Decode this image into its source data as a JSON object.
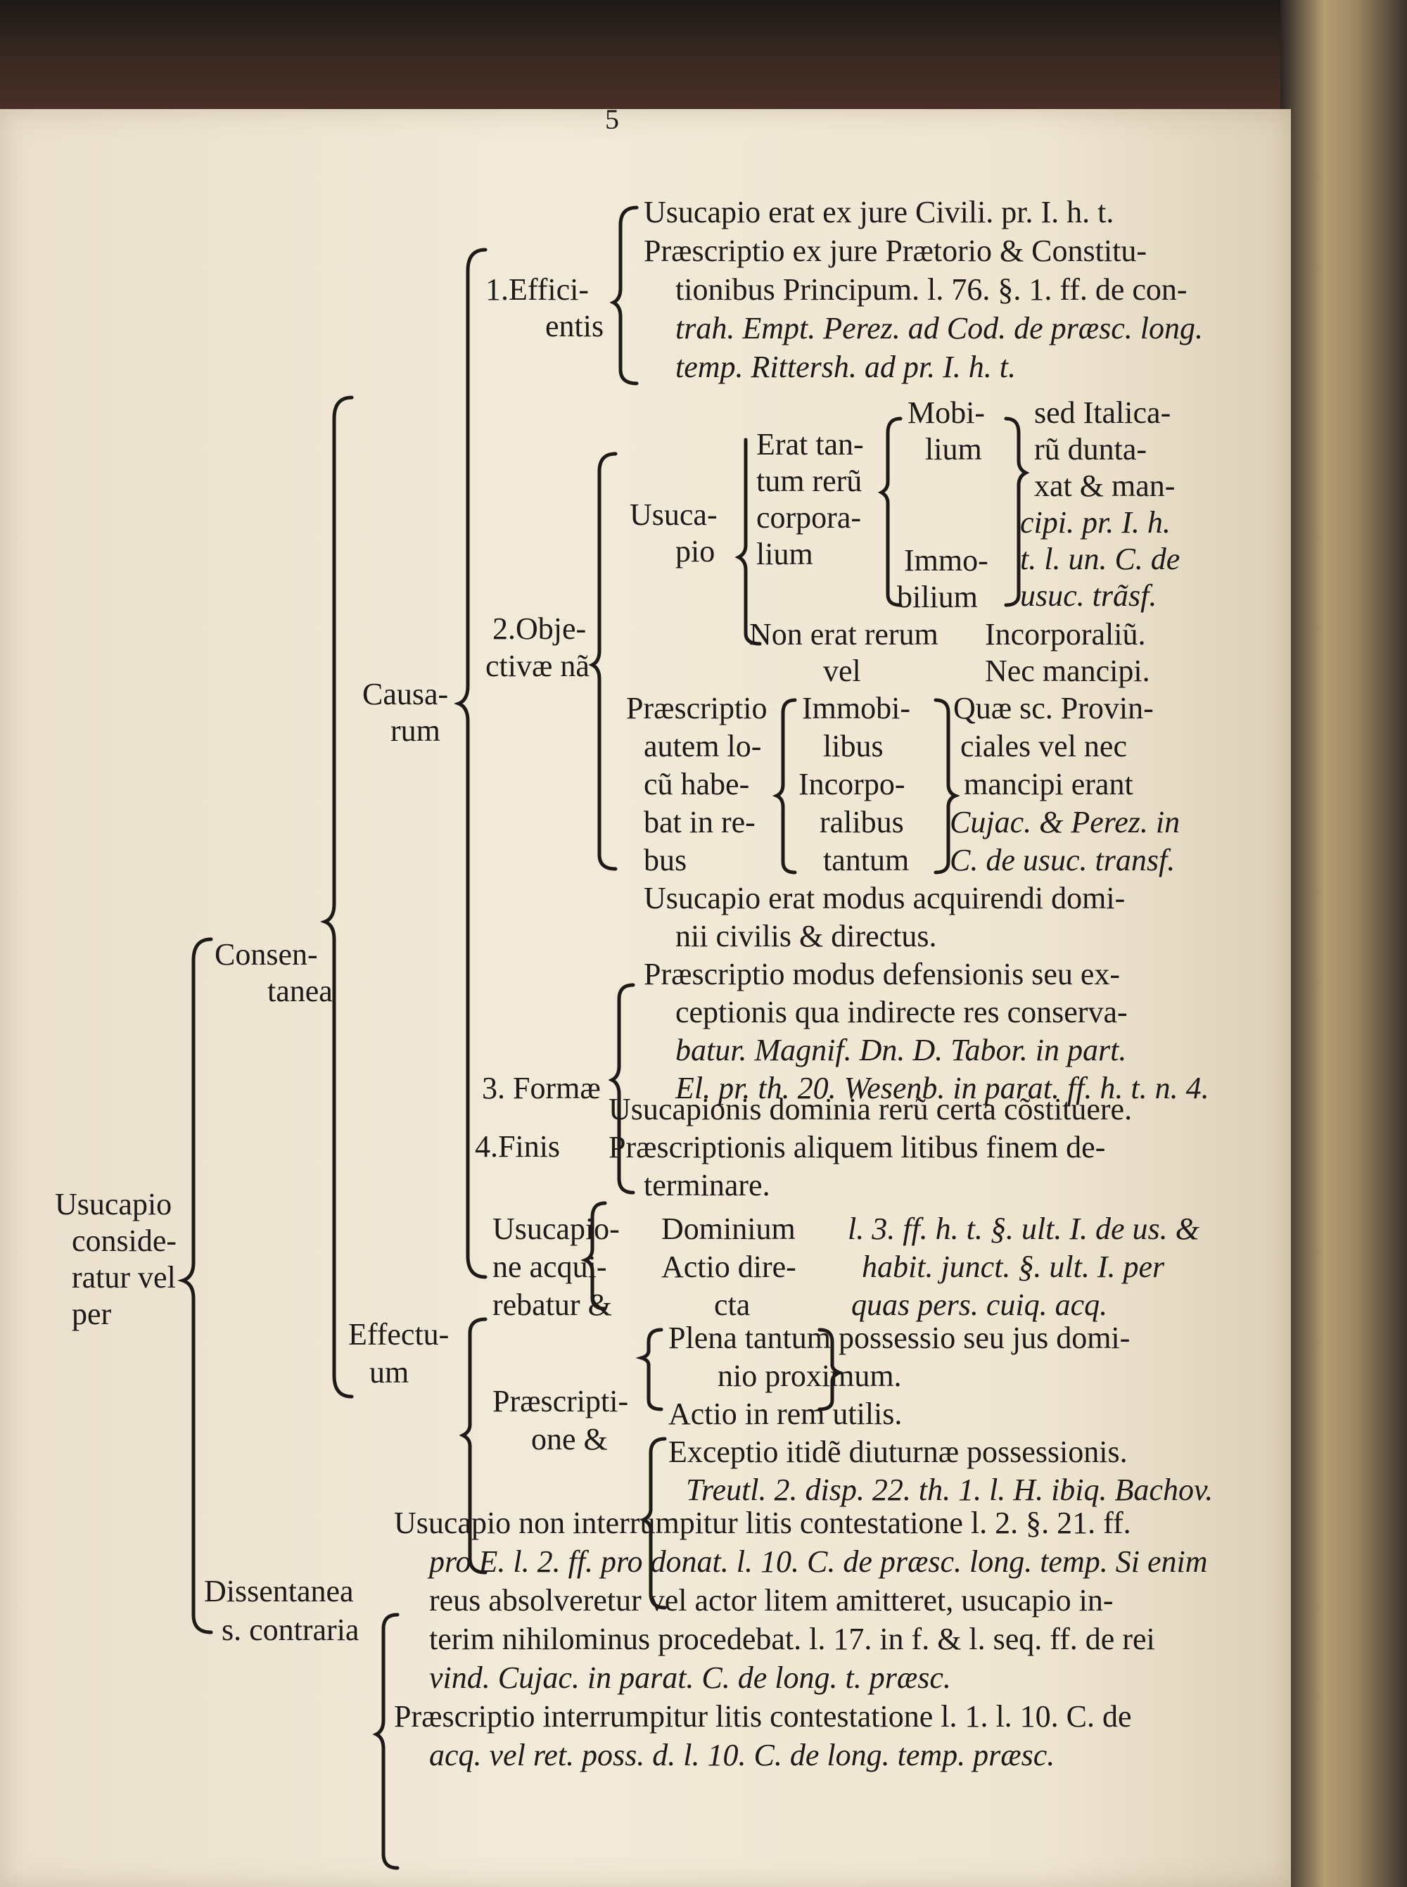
{
  "page": {
    "mark": "5",
    "lines": [
      {
        "id": "root",
        "text": "Usucapio"
      },
      {
        "id": "root2",
        "text": "conside-"
      },
      {
        "id": "root3",
        "text": "ratur vel"
      },
      {
        "id": "root4",
        "text": "per"
      },
      {
        "id": "cons1",
        "text": "Consen-"
      },
      {
        "id": "cons2",
        "text": "tanea"
      },
      {
        "id": "caus1",
        "text": "Causa-"
      },
      {
        "id": "caus2",
        "text": "rum"
      },
      {
        "id": "eff1",
        "text": "1.Effici-"
      },
      {
        "id": "eff2",
        "text": "entis"
      },
      {
        "id": "e1",
        "text": "Usucapio erat ex jure Civili. pr. I. h. t."
      },
      {
        "id": "e2",
        "text": "Præscriptio ex jure Prætorio & Constitu-"
      },
      {
        "id": "e3",
        "text": "tionibus Principum. l. 76. §. 1. ff. de con-"
      },
      {
        "id": "e4",
        "text": "trah. Empt. Perez. ad Cod. de præsc. long."
      },
      {
        "id": "e5",
        "text": "temp. Rittersh. ad pr. I. h. t."
      },
      {
        "id": "obj1",
        "text": "2.Obje-"
      },
      {
        "id": "obj2",
        "text": "ctivæ nã"
      },
      {
        "id": "us1",
        "text": "Usuca-"
      },
      {
        "id": "us2",
        "text": "pio"
      },
      {
        "id": "er1",
        "text": "Erat tan-"
      },
      {
        "id": "er2",
        "text": "tum rerũ"
      },
      {
        "id": "er3",
        "text": "corpora-"
      },
      {
        "id": "er4",
        "text": "lium"
      },
      {
        "id": "mob1",
        "text": "Mobi-"
      },
      {
        "id": "mob2",
        "text": "lium"
      },
      {
        "id": "imm1",
        "text": "Immo-"
      },
      {
        "id": "imm2",
        "text": "bilium"
      },
      {
        "id": "sed1",
        "text": "sed Italica-"
      },
      {
        "id": "sed2",
        "text": "rũ dunta-"
      },
      {
        "id": "sed3",
        "text": "xat & man-"
      },
      {
        "id": "sed4",
        "text": "cipi. pr. I. h."
      },
      {
        "id": "sed5",
        "text": "t. l. un. C. de"
      },
      {
        "id": "sed6",
        "text": "usuc. trãsf."
      },
      {
        "id": "non1",
        "text": "Non erat rerum"
      },
      {
        "id": "non2",
        "text": "vel"
      },
      {
        "id": "inc1",
        "text": "Incorporaliũ."
      },
      {
        "id": "inc2",
        "text": "Nec mancipi."
      },
      {
        "id": "pr1",
        "text": "Præscriptio"
      },
      {
        "id": "pr2",
        "text": "autem lo-"
      },
      {
        "id": "pr3",
        "text": "cũ habe-"
      },
      {
        "id": "pr4",
        "text": "bat in re-"
      },
      {
        "id": "pr5",
        "text": "bus"
      },
      {
        "id": "im1",
        "text": "Immobi-"
      },
      {
        "id": "im2",
        "text": "libus"
      },
      {
        "id": "im3",
        "text": "Incorpo-"
      },
      {
        "id": "im4",
        "text": "ralibus"
      },
      {
        "id": "im5",
        "text": "tantum"
      },
      {
        "id": "q1",
        "text": "Quæ sc. Provin-"
      },
      {
        "id": "q2",
        "text": "ciales vel nec"
      },
      {
        "id": "q3",
        "text": "mancipi erant"
      },
      {
        "id": "q4",
        "text": "Cujac. & Perez. in"
      },
      {
        "id": "q5",
        "text": "C. de usuc. transf."
      },
      {
        "id": "form",
        "text": "3. Formæ"
      },
      {
        "id": "f1",
        "text": "Usucapio erat modus acquirendi domi-"
      },
      {
        "id": "f2",
        "text": "nii civilis & directus."
      },
      {
        "id": "f3",
        "text": "Præscriptio modus defensionis seu ex-"
      },
      {
        "id": "f4",
        "text": "ceptionis qua indirecte res conserva-"
      },
      {
        "id": "f5",
        "text": "batur. Magnif. Dn. D. Tabor. in part."
      },
      {
        "id": "f6",
        "text": "El. pr. th. 20. Wesenb. in parat. ff. h. t. n. 4."
      },
      {
        "id": "fin",
        "text": "4.Finis"
      },
      {
        "id": "fi1",
        "text": "Usucapionis dominia rerũ certa cõstituere."
      },
      {
        "id": "fi2",
        "text": "Præscriptionis aliquem litibus finem de-"
      },
      {
        "id": "fi3",
        "text": "terminare."
      },
      {
        "id": "ef1",
        "text": "Effectu-"
      },
      {
        "id": "ef2",
        "text": "um"
      },
      {
        "id": "ua1",
        "text": "Usucapio-"
      },
      {
        "id": "ua2",
        "text": "ne acqui-"
      },
      {
        "id": "ua3",
        "text": "rebatur &"
      },
      {
        "id": "do1",
        "text": "Dominium"
      },
      {
        "id": "do2",
        "text": "Actio dire-"
      },
      {
        "id": "do3",
        "text": "cta"
      },
      {
        "id": "lr1",
        "text": "l. 3. ff. h. t. §. ult. I. de us. &"
      },
      {
        "id": "lr2",
        "text": "habit. junct. §. ult. I. per"
      },
      {
        "id": "lr3",
        "text": "quas pers. cuiq. acq."
      },
      {
        "id": "ps1",
        "text": "Præscripti-"
      },
      {
        "id": "ps2",
        "text": "one &"
      },
      {
        "id": "pl1",
        "text": "Plena tantum possessio seu jus domi-"
      },
      {
        "id": "pl2",
        "text": "nio proximum."
      },
      {
        "id": "pl3",
        "text": "Actio in rem utilis."
      },
      {
        "id": "pl4",
        "text": "Exceptio itidẽ diuturnæ possessionis."
      },
      {
        "id": "pl5",
        "text": "Treutl. 2. disp. 22. th. 1. l. H. ibiq. Bachov."
      },
      {
        "id": "dis1",
        "text": "Dissentanea"
      },
      {
        "id": "dis2",
        "text": "s. contraria"
      },
      {
        "id": "d1",
        "text": "Usucapio non interrumpitur litis contestatione l. 2. §. 21. ff."
      },
      {
        "id": "d2",
        "text": "pro E. l. 2. ff. pro donat. l. 10. C. de præsc. long. temp. Si enim"
      },
      {
        "id": "d3",
        "text": "reus absolveretur vel actor litem amitteret, usucapio in-"
      },
      {
        "id": "d4",
        "text": "terim nihilominus procedebat. l. 17. in f. & l. seq. ff. de rei"
      },
      {
        "id": "d5",
        "text": "vind. Cujac. in parat. C. de long. t. præsc."
      },
      {
        "id": "d6",
        "text": "Præscriptio interrumpitur litis contestatione l. 1. l. 10. C. de"
      },
      {
        "id": "d7",
        "text": "acq. vel ret. poss. d. l. 10. C. de long. temp. præsc."
      }
    ]
  }
}
